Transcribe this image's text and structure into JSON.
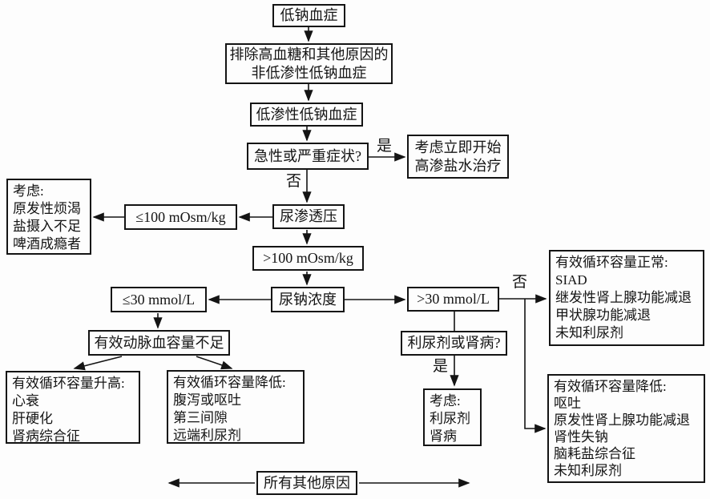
{
  "diagram": {
    "nodes": {
      "hyponatremia": "低钠血症",
      "exclude_nonhypotonic": [
        "排除高血糖和其他原因的",
        "非低渗性低钠血症"
      ],
      "hypotonic_hyponatremia": "低渗性低钠血症",
      "acute_severe_symptoms": "急性或严重症状?",
      "hypertonic_saline": [
        "考虑立即开始",
        "高渗盐水治疗"
      ],
      "urine_osmolality": "尿渗透压",
      "osm_le_100": "≤100 mOsm/kg",
      "consider_polydipsia": [
        "考虑:",
        "原发性烦渴",
        "盐摄入不足",
        "啤酒成瘾者"
      ],
      "osm_gt_100": ">100 mOsm/kg",
      "urine_sodium": "尿钠浓度",
      "na_le_30": "≤30 mmol/L",
      "na_gt_30": ">30 mmol/L",
      "normal_volume": [
        "有效循环容量正常:",
        "SIAD",
        "继发性肾上腺功能减退",
        "甲状腺功能减退",
        "未知利尿剂"
      ],
      "low_arterial_volume": "有效动脉血容量不足",
      "increased_volume": [
        "有效循环容量升高:",
        "心衰",
        "肝硬化",
        "肾病综合征"
      ],
      "decreased_volume_left": [
        "有效循环容量降低:",
        "腹泻或呕吐",
        "第三间隙",
        "远端利尿剂"
      ],
      "diuretics_or_kidney": "利尿剂或肾病?",
      "consider_diuretics": [
        "考虑:",
        "利尿剂",
        "肾病"
      ],
      "decreased_volume_right": [
        "有效循环容量降低:",
        "呕吐",
        "原发性肾上腺功能减退",
        "肾性失钠",
        "脑耗盐综合征",
        "未知利尿剂"
      ],
      "all_other_causes": "所有其他原因"
    },
    "edge_labels": {
      "yes": "是",
      "no": "否"
    },
    "colors": {
      "line": "#141414",
      "background": "#fdfdfd"
    }
  }
}
